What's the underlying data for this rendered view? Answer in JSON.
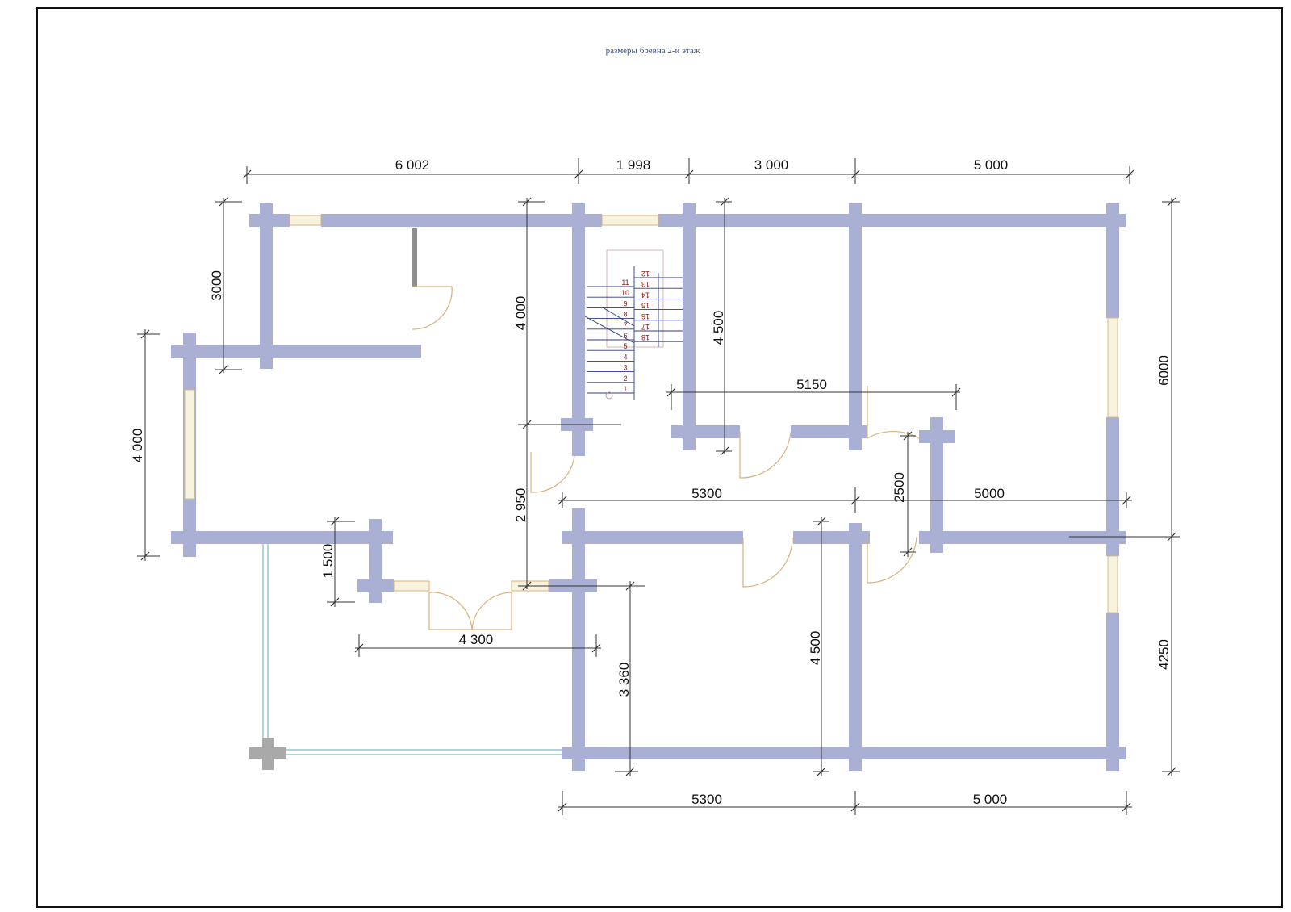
{
  "title": "размеры бревна 2-й этаж",
  "dimensions": {
    "top_6002": "6 002",
    "top_1998": "1 998",
    "top_3000": "3 000",
    "top_5000": "5 000",
    "left_3000": "3000",
    "left_4000": "4 000",
    "inner_4000": "4 000",
    "inner_4500": "4 500",
    "inner_5150": "5150",
    "inner_2950": "2 950",
    "inner_5300": "5300",
    "inner_2500": "2500",
    "inner_5000": "5000",
    "inner_1500": "1 500",
    "inner_4300": "4 300",
    "inner_3360": "3 360",
    "inner_4500b": "4 500",
    "right_6000": "6000",
    "right_4250": "4250",
    "bottom_5300": "5300",
    "bottom_5000": "5 000"
  },
  "stairs": {
    "left_numbers": [
      "11",
      "10",
      "9",
      "8",
      "7",
      "6",
      "5",
      "4",
      "3",
      "2",
      "1"
    ],
    "right_numbers": [
      "12",
      "13",
      "14",
      "15",
      "16",
      "17",
      "18"
    ]
  },
  "colors": {
    "wall": "#aab0d4",
    "door": "#d9b27a",
    "glazing": "#7fb9c9",
    "title": "#2b4fa0"
  }
}
